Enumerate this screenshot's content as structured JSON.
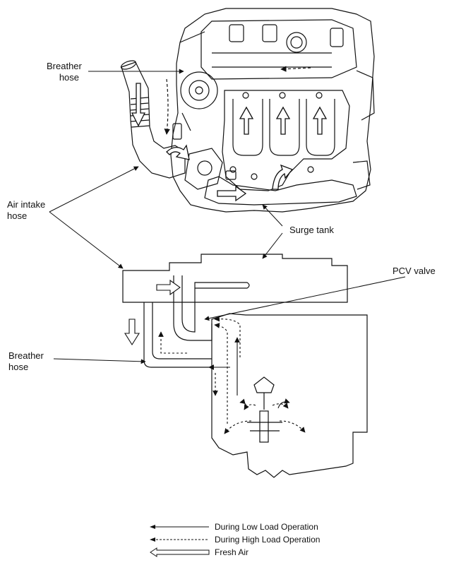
{
  "labels": {
    "breather_top_l1": "Breather",
    "breather_top_l2": "hose",
    "air_intake_l1": "Air intake",
    "air_intake_l2": "hose",
    "surge_tank": "Surge tank",
    "pcv_valve": "PCV valve",
    "breather_bottom_l1": "Breather",
    "breather_bottom_l2": "hose"
  },
  "legend": [
    {
      "style": "solid-arrow",
      "text": "During Low Load Operation"
    },
    {
      "style": "dashed-arrow",
      "text": "During High Load Operation"
    },
    {
      "style": "hollow-arrow",
      "text": "Fresh Air"
    }
  ]
}
